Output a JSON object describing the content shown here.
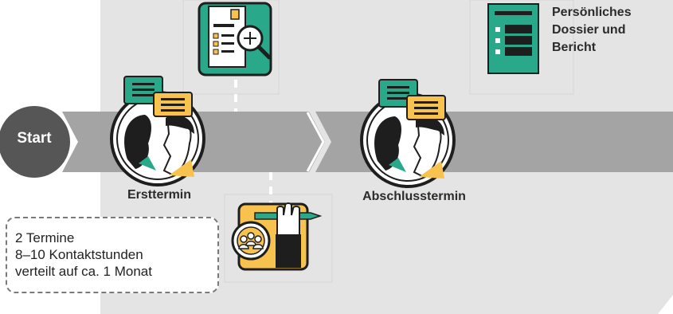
{
  "diagram": {
    "start_label": "Start",
    "steps": [
      {
        "label": "Ersttermin"
      },
      {
        "label": "Abschlusstermin"
      }
    ],
    "dossier": {
      "lines": [
        "Persönliches",
        "Dossier und",
        "Bericht"
      ]
    },
    "info_box": {
      "lines": [
        "2 Termine",
        "8–10 Kontaktstunden",
        "verteilt auf ca. 1 Monat"
      ]
    },
    "colors": {
      "background_panel": "#e3e3e3",
      "arrow_band": "#a3a3a3",
      "start_circle": "#565656",
      "teal": "#2aa98a",
      "yellow": "#f7c24e",
      "dark": "#1e1e1e"
    },
    "icons": [
      "document-search-icon",
      "dossier-icon",
      "conversation-icon",
      "workshop-icon"
    ]
  }
}
